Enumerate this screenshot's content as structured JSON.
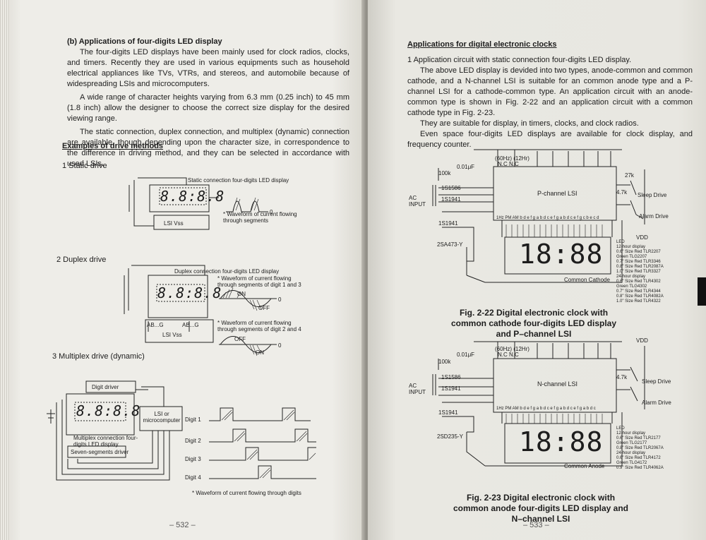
{
  "left": {
    "section_b": {
      "heading": "(b)  Applications of four-digits LED display",
      "p1": "The four-digits LED displays have been mainly used for clock radios, clocks, and timers. Recently they are used in various equipments such as household electrical appliances like TVs, VTRs, and stereos, and automobile because of widespreading LSIs and microcomputers.",
      "p2": "A wide range of character heights varying from 6.3 mm (0.25 inch) to 45 mm (1.8 inch) allow the designer to choose the correct size display for the desired viewing range.",
      "p3": "The static connection, duplex connection, and multiplex (dynamic) connection are available, though depending upon the character size, in correspondence to the difference in driving method, and they can be selected in accordance with used LSIs."
    },
    "examples_heading": "Examples of drive methods",
    "static": {
      "title": "1   Static drive",
      "display_label": "Static connection four-digits LED display",
      "digits": "8.8:8.8",
      "lsi": "LSI  Vss",
      "zero": "0",
      "note": "* Waveform of current flowing through segments"
    },
    "duplex": {
      "title": "2   Duplex drive",
      "display_label": "Duplex connection four-digits LED display",
      "digits": "8.8:8.8",
      "ab_g_1": "AB...G",
      "ab_g_2": "AB...G",
      "lsi": "LSI  Vss",
      "note1": "* Waveform of current flowing through segments of digit 1 and 3",
      "note2": "* Waveform of current flowing through segments of digit 2 and 4",
      "on": "ON",
      "off": "OFF",
      "zero": "0"
    },
    "multiplex": {
      "title": "3   Multiplex drive (dynamic)",
      "digit_driver": "Digit driver",
      "digits": "8.8:8.8",
      "lsi": "LSI or microcomputer",
      "display_label": "Multiplex connection four-digits LED display",
      "seg_driver": "Seven-segments driver",
      "rows": [
        "Digit 1",
        "Digit 2",
        "Digit 3",
        "Digit 4"
      ],
      "note": "*   Waveform of current flowing through digits"
    },
    "page_number": "– 532 –"
  },
  "right": {
    "heading": "Applications for digital electronic clocks",
    "item1_title": "1   Application circuit with static connection four-digits LED display.",
    "p1": "The above LED display is devided into two types, anode-common and common cathode, and a N-channel LSI is suitable for an common anode type and a P-channel LSI for a cathode-common type. An application circuit with an anode-common type is shown in Fig. 2-22 and an application circuit with a common cathode type in Fig. 2-23.",
    "p2": "They are suitable for display, in timers, clocks, and clock radios.",
    "p3": "Even space four-digits LED displays are available for clock display, and frequency counter.",
    "fig22": {
      "freq": "(60Hz)  (12Hr)",
      "nc": "N.C      N.C",
      "cap": "0.01μF",
      "res": "100k",
      "d1": "1S1586",
      "d2": "1S1941",
      "d3": "1S1941",
      "ac": "AC INPUT",
      "lsi": "P-channel LSI",
      "tr": "2SA473-Y",
      "vdd": "VDD",
      "r27k": "27k",
      "r47k": "4.7k",
      "sleep": "Sleep Drive",
      "alarm": "Alarm Drive",
      "common": "Common Cathode",
      "digits": "18:88",
      "pins": "1Hz  PM AM  b d e f  g a b d c e f  g a b d c e f  g c b e c d",
      "led_list": [
        "LED",
        "12-hour display",
        "0.6\" Size Red    TLR2207",
        "Green TLG2207",
        "0.7\" Size Red    TLR3346",
        "0.8\" Size Red    TLR2087A",
        "1.0\" Size Red    TLR3327",
        "24-hour display",
        "0.6\" Size Red    TLR4302",
        "Green TLG4302",
        "0.7\" Size Red    TLR4344",
        "0.8\" Size Red    TLR4082A",
        "1.0\" Size Red    TLR4322"
      ],
      "caption": "Fig. 2-22  Digital electronic clock with common cathode four-digits LED display and P–channel LSI"
    },
    "fig23": {
      "freq": "(60Hz)  (12Hr)",
      "nc": "N.C      N.C",
      "cap": "0.01μF",
      "res": "100k",
      "d1": "1S1586",
      "d2": "1S1941",
      "d3": "1S1941",
      "ac": "AC INPUT",
      "lsi": "N-channel LSI",
      "tr": "2SD235-Y",
      "vdd": "VDD",
      "r47k": "4.7k",
      "sleep": "Sleep Drive",
      "alarm": "Alarm Drive",
      "common": "Common Anode",
      "digits": "18:88",
      "pins": "1Hz  PM AM  b d e f  g a b d c e f  g a b d c e f  g a b d c",
      "led_list": [
        "LED",
        "12-hour display",
        "0.6\" Size Red    TLR2177",
        "Green TLG2177",
        "0.8\" Size Red    TLR2067A",
        "24-hour display",
        "0.6\" Size Red    TLR4172",
        "Green TLG4172",
        "0.9\" Size Red    TLR4062A"
      ],
      "caption": "Fig. 2-23  Digital electronic clock with common anode four-digits LED display and N–channel LSI"
    },
    "page_number": "– 533 –"
  }
}
